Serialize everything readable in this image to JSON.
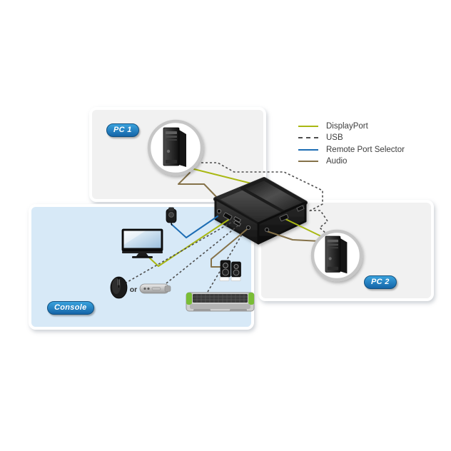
{
  "badges": {
    "pc1": "PC 1",
    "pc2": "PC 2",
    "console": "Console"
  },
  "console_items": {
    "or_label": "or"
  },
  "legend": {
    "items": [
      {
        "label": "DisplayPort",
        "color": "#a9b813",
        "style": "solid"
      },
      {
        "label": "USB",
        "color": "#4d4d4d",
        "style": "dashed"
      },
      {
        "label": "Remote Port Selector",
        "color": "#1d6db4",
        "style": "solid"
      },
      {
        "label": "Audio",
        "color": "#857249",
        "style": "solid"
      }
    ]
  },
  "colors": {
    "pc_panel": "#f1f1f1",
    "console_panel": "#d7e9f7",
    "badge_blue": "#1d82c4",
    "device_black": "#1c1c1c"
  }
}
